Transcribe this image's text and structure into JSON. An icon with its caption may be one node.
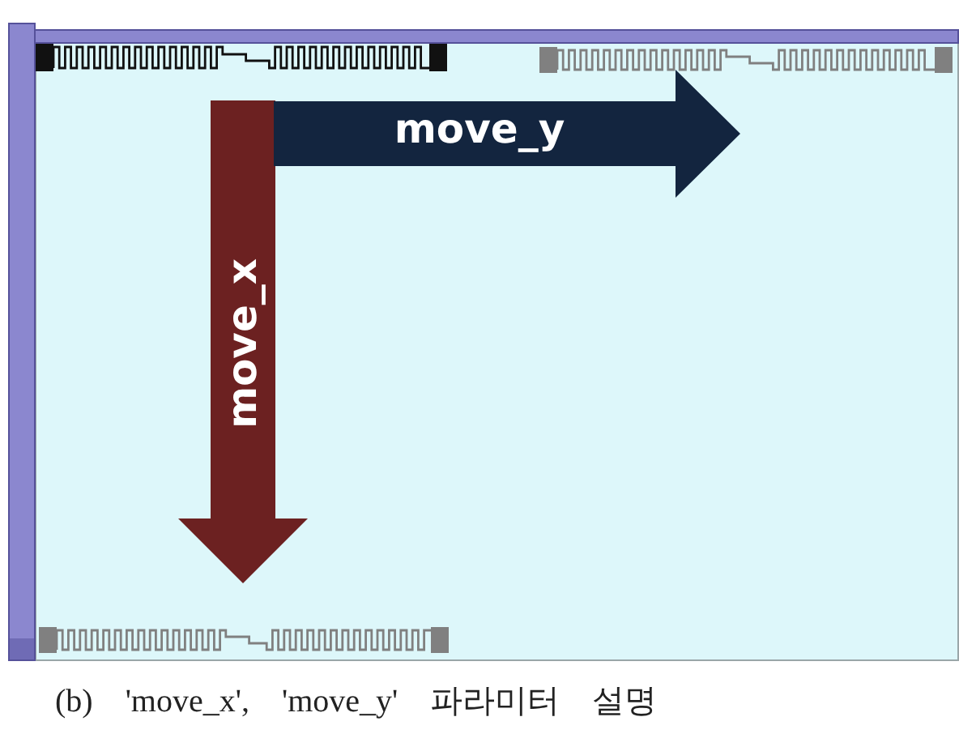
{
  "diagram": {
    "nodes": [
      {
        "text": [
          "move_x"
        ]
      },
      {
        "text": [
          "move_y"
        ]
      }
    ],
    "caption": "(b) 'move_x', 'move_y' 파라미터 설명"
  }
}
